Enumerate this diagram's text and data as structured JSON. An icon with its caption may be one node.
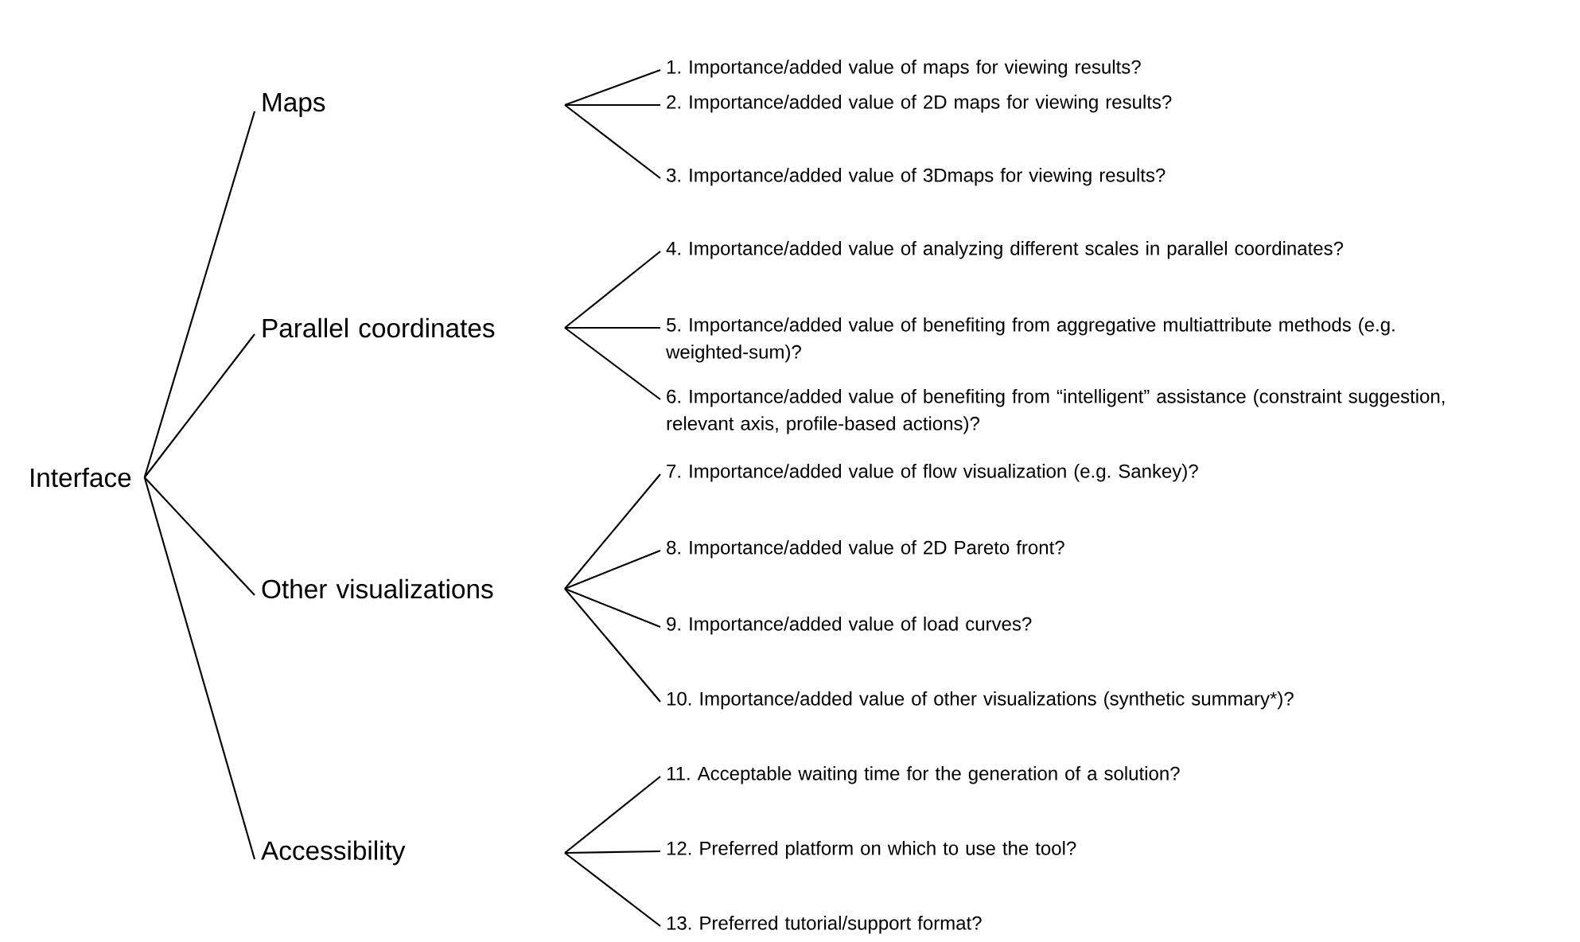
{
  "diagram": {
    "nodes": [
      {
        "text": [
          "Interface"
        ]
      },
      {
        "text": [
          "Maps"
        ]
      },
      {
        "text": [
          "Parallel coordinates"
        ]
      },
      {
        "text": [
          "Other visualizations"
        ]
      },
      {
        "text": [
          "Accessibility"
        ]
      },
      {
        "text": [
          "1. Importance/added value of maps for viewing results?"
        ]
      },
      {
        "text": [
          "2. Importance/added value of 2D maps for viewing results?"
        ]
      },
      {
        "text": [
          "3. Importance/added value of 3Dmaps for viewing results?"
        ]
      },
      {
        "text": [
          "4. Importance/added value of analyzing different scales in parallel coordinates?"
        ]
      },
      {
        "text": [
          "5. Importance/added value of benefiting from aggregative multiattribute methods (e.g. weighted-sum)?"
        ]
      },
      {
        "text": [
          "6. Importance/added value of benefiting from “intelligent” assistance (constraint suggestion, relevant axis, profile-based actions)?"
        ]
      },
      {
        "text": [
          "7. Importance/added value of flow visualization (e.g. Sankey)?"
        ]
      },
      {
        "text": [
          "8. Importance/added value of 2D Pareto front?"
        ]
      },
      {
        "text": [
          "9. Importance/added value of load curves?"
        ]
      },
      {
        "text": [
          "10. Importance/added value of other visualizations (synthetic summary*)?"
        ]
      },
      {
        "text": [
          "11. Acceptable waiting time for the generation of a solution?"
        ]
      },
      {
        "text": [
          "12. Preferred platform on which to use the tool?"
        ]
      },
      {
        "text": [
          "13. Preferred tutorial/support format?"
        ]
      }
    ],
    "edges": [
      {
        "from": 0,
        "to": 1,
        "arrow": "none"
      },
      {
        "from": 0,
        "to": 2,
        "arrow": "none"
      },
      {
        "from": 0,
        "to": 3,
        "arrow": "none"
      },
      {
        "from": 0,
        "to": 4,
        "arrow": "none"
      },
      {
        "from": null,
        "to": 5,
        "arrow": "none"
      },
      {
        "from": null,
        "to": 6,
        "arrow": "none"
      },
      {
        "from": null,
        "to": 7,
        "arrow": "none"
      },
      {
        "from": null,
        "to": 8,
        "arrow": "none"
      },
      {
        "from": null,
        "to": 9,
        "arrow": "none"
      },
      {
        "from": null,
        "to": 10,
        "arrow": "none"
      },
      {
        "from": null,
        "to": 11,
        "arrow": "none"
      },
      {
        "from": null,
        "to": 12,
        "arrow": "none"
      },
      {
        "from": null,
        "to": 13,
        "arrow": "none"
      },
      {
        "from": null,
        "to": 14,
        "arrow": "none"
      },
      {
        "from": null,
        "to": 15,
        "arrow": "none"
      },
      {
        "from": null,
        "to": 16,
        "arrow": "none"
      },
      {
        "from": null,
        "to": 17,
        "arrow": "none"
      }
    ]
  }
}
